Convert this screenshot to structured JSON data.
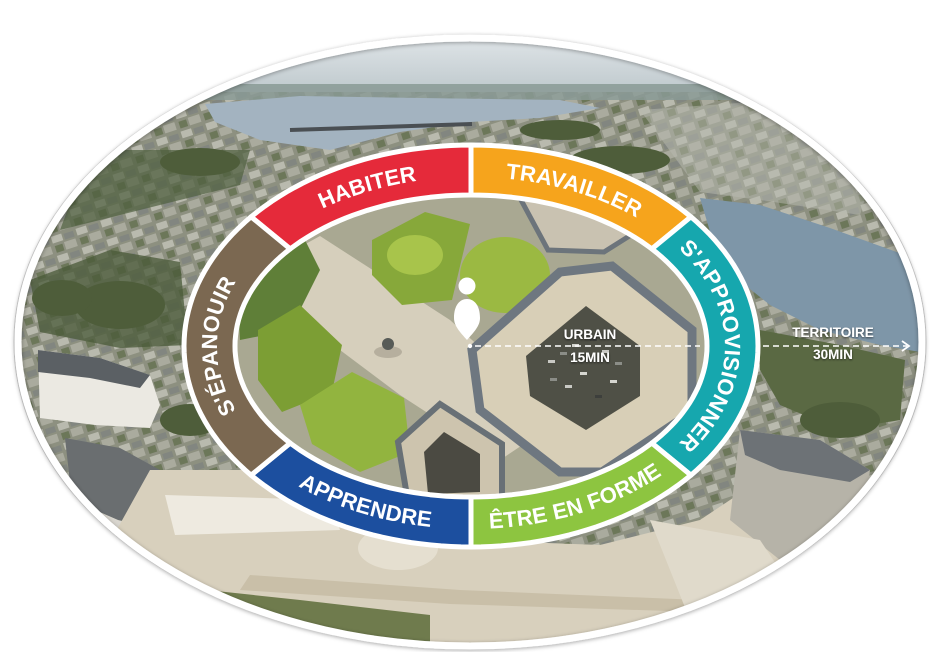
{
  "segments": [
    {
      "label": "HABITER",
      "color": "#e52a3a"
    },
    {
      "label": "TRAVAILLER",
      "color": "#f6a41c"
    },
    {
      "label": "S'APPROVISIONNER",
      "color": "#16a7ae"
    },
    {
      "label": "ÊTRE EN FORME",
      "color": "#8dc540"
    },
    {
      "label": "APPRENDRE",
      "color": "#1c4f9f"
    },
    {
      "label": "S'ÉPANOUIR",
      "color": "#7b6851"
    }
  ],
  "center_icon": "person-pin-icon",
  "urban": {
    "label": "URBAIN",
    "time": "15MIN"
  },
  "territory": {
    "label": "TERRITOIRE",
    "time": "30MIN"
  }
}
